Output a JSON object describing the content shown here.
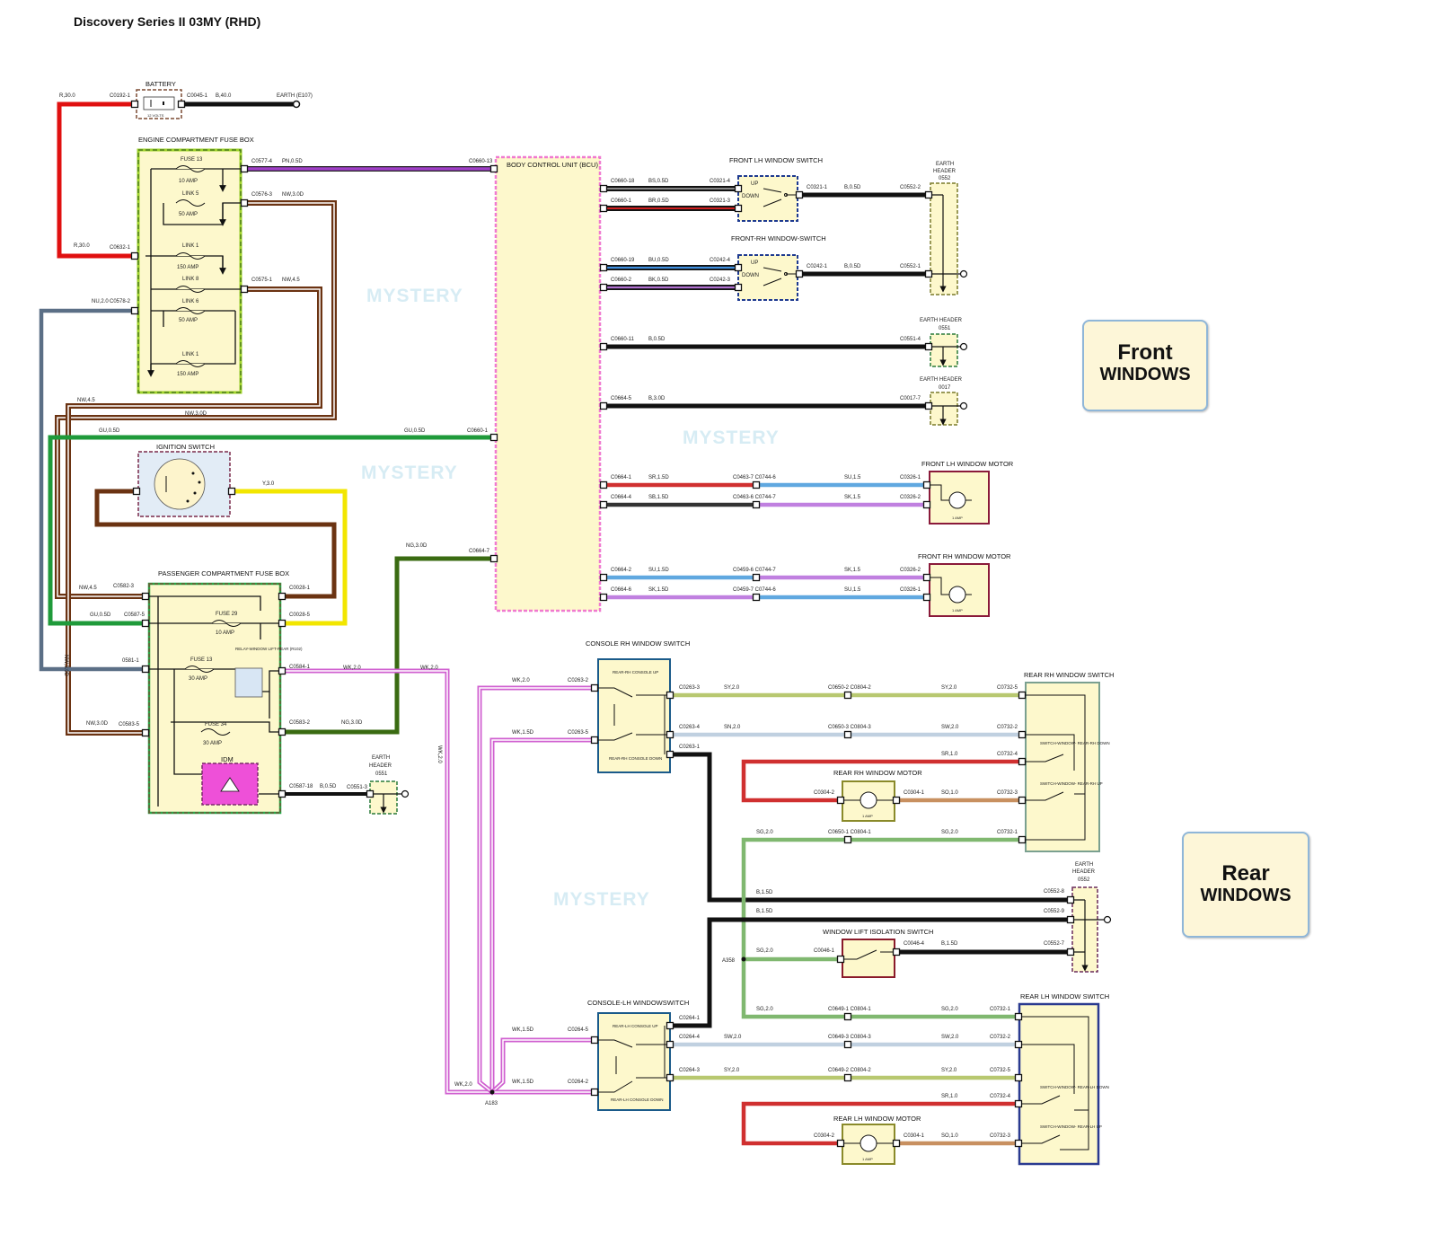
{
  "title": "Discovery Series II 03MY (RHD)",
  "watermarks": [
    "MYSTERY",
    "MYSTERY",
    "MYSTERY",
    "MYSTERY"
  ],
  "callouts": {
    "front": {
      "line1": "Front",
      "line2": "WINDOWS"
    },
    "rear": {
      "line1": "Rear",
      "line2": "WINDOWS"
    }
  },
  "components": {
    "battery": "BATTERY",
    "battery_inner": "12 VOLTS",
    "engine_fusebox": "ENGINE  COMPARTMENT FUSE BOX",
    "fuse13_top": "FUSE 13",
    "fuse13_top_amp": "10 AMP",
    "link5": "LINK 5",
    "link5_amp": "50 AMP",
    "link1a": "LINK 1",
    "link1a_amp": "150 AMP",
    "link8": "LINK 8",
    "link6": "LINK 6",
    "link6_amp": "50 AMP",
    "link1b": "LINK 1",
    "link1b_amp": "150 AMP",
    "bcu": "BODY CONTROL  UNIT (BCU)",
    "ignition": "IGNITION SWITCH",
    "passenger_fusebox": "PASSENGER COMPARTMENT FUSE BOX",
    "fuse29": "FUSE 29",
    "fuse29_amp": "10 AMP",
    "fuse13b": "FUSE 13",
    "fuse13b_amp": "30 AMP",
    "relay": "RELAY-WINDOW LIFT-REAR (R102)",
    "fuse34": "FUSE 34",
    "fuse34_amp": "30 AMP",
    "idm": "IDM",
    "earth_hdr_0551_low_a": "EARTH",
    "earth_hdr_0551_low_b": "HEADER",
    "earth_hdr_0551_low_c": "0551",
    "flh_switch": "FRONT LH WINDOW SWITCH",
    "frh_switch": "FRONT-RH  WINDOW-SWITCH",
    "up": "UP",
    "down": "DOWN",
    "earth_0552_top_a": "EARTH",
    "earth_0552_top_b": "HEADER",
    "earth_0552_top_c": "0552",
    "earth_0551_a": "EARTH  HEADER",
    "earth_0551_b": "0551",
    "earth_0017_a": "EARTH HEADER",
    "earth_0017_b": "0017",
    "flh_motor": "FRONT LH WINDOW MOTOR",
    "frh_motor": "FRONT RH WINDOW  MOTOR",
    "motor_inner": "1 AMP",
    "console_rh": "CONSOLE RH  WINDOW SWITCH",
    "console_rh_up": "REAR-RH CONSOLE UP",
    "console_rh_down": "REAR-RH CONSOLE DOWN",
    "rear_rh_switch": "REAR RH  WINDOW SWITCH",
    "rrh_sw_down": "SWITCH-WINDOW- REAR-RH DOWN",
    "rrh_sw_up": "SWITCH-WINDOW- REAR-RH UP",
    "rear_rh_motor": "REAR RH WINDOW MOTOR",
    "earth_0552_b_a": "EARTH",
    "earth_0552_b_b": "HEADER",
    "earth_0552_b_c": "0552",
    "isolation": "WINDOW LIFT ISOLATION SWITCH",
    "console_lh": "CONSOLE-LH  WINDOWSWITCH",
    "console_lh_up": "REAR-LH CONSOLE UP",
    "console_lh_down": "REAR-LH CONSOLE DOWN",
    "rear_lh_switch": "REAR LH  WINDOW SWITCH",
    "rlh_sw_down": "SWITCH-WINDOW- REAR-LH DOWN",
    "rlh_sw_up": "SWITCH-WINDOW- REAR-LH UP",
    "rear_lh_motor": "REAR LH WINDOW MOTOR",
    "a183": "A183",
    "a358": "A358"
  },
  "wire_labels": [
    "R,30.0",
    "C0192-1",
    "C0045-1",
    "B,40.0",
    "EARTH (E107)",
    "C0577-4",
    "PN,0.5D",
    "C0660-13",
    "C0576-3",
    "NW,3.0D",
    "R,30.0",
    "C0632-1",
    "C0575-1",
    "NW,4.5",
    "NU,2.0",
    "C0578-2",
    "NW,4.5",
    "NW,3.0D",
    "GU,0.5D",
    "GU,0.5D",
    "C0660-1",
    "Y,3.0",
    "NG,3.0D",
    "C0664-7",
    "NW,4.5",
    "C0582-3",
    "C0028-1",
    "GU,0.5D",
    "C0587-5",
    "C0028-5",
    "0581-1",
    "C0584-1",
    "WK,2.0",
    "WK,2.0",
    "NW,3.0D",
    "C0583-5",
    "C0583-2",
    "NG,3.0D",
    "C0587-18",
    "B,0.5D",
    "C0551-3",
    "NW,3.0D",
    "WK,2.0",
    "C0660-18",
    "BS,0.5D",
    "C0321-4",
    "C0660-1",
    "BR,0.5D",
    "C0321-3",
    "C0321-1",
    "B,0.5D",
    "C0552-2",
    "C0660-19",
    "BU,0.5D",
    "C0242-4",
    "C0660-2",
    "BK,0.5D",
    "C0242-3",
    "C0242-1",
    "B,0.5D",
    "C0552-1",
    "C0660-11",
    "B,0.5D",
    "C0551-4",
    "C0664-5",
    "B,3.0D",
    "C0017-7",
    "C0664-1",
    "SR,1.5D",
    "C0463-7 C0744-6",
    "SU,1.5",
    "C0326-1",
    "C0664-4",
    "SB,1.5D",
    "C0463-6 C0744-7",
    "SK,1.5",
    "C0326-2",
    "C0664-2",
    "SU,1.5D",
    "C0459-6 C0744-7",
    "SK,1.5",
    "C0326-2",
    "C0664-6",
    "SK,1.5D",
    "C0459-7 C0744-6",
    "SU,1.5",
    "C0326-1",
    "WK,2.0",
    "C0263-2",
    "C0263-3",
    "SY,2.0",
    "C0650-2 C0804-2",
    "SY,2.0",
    "C0732-5",
    "WK,1.5D",
    "C0263-5",
    "C0263-4",
    "SN,2.0",
    "C0650-3 C0804-3",
    "SW,2.0",
    "C0732-2",
    "C0263-1",
    "SR,1.0",
    "C0732-4",
    "C0304-2",
    "C0304-1",
    "SO,1.0",
    "C0732-3",
    "SG,2.0",
    "C0650-1 C0804-1",
    "SG,2.0",
    "C0732-1",
    "B,1.5D",
    "C0552-8",
    "B,1.5D",
    "C0552-9",
    "SG,2.0",
    "C0046-1",
    "C0046-4",
    "B,1.5D",
    "C0552-7",
    "SG,2.0",
    "C0649-1 C0804-1",
    "SG,2.0",
    "C0732-1",
    "C0264-1",
    "WK,1.5D",
    "C0264-5",
    "C0264-4",
    "SW,2.0",
    "C0649-3 C0804-3",
    "SW,2.0",
    "C0732-2",
    "WK,1.5D",
    "C0264-2",
    "C0264-3",
    "SY,2.0",
    "C0649-2 C0804-2",
    "SY,2.0",
    "C0732-5",
    "SR,1.0",
    "C0732-4",
    "C0304-2",
    "C0304-1",
    "SO,1.0",
    "C0732-3",
    "WK,2.0"
  ]
}
